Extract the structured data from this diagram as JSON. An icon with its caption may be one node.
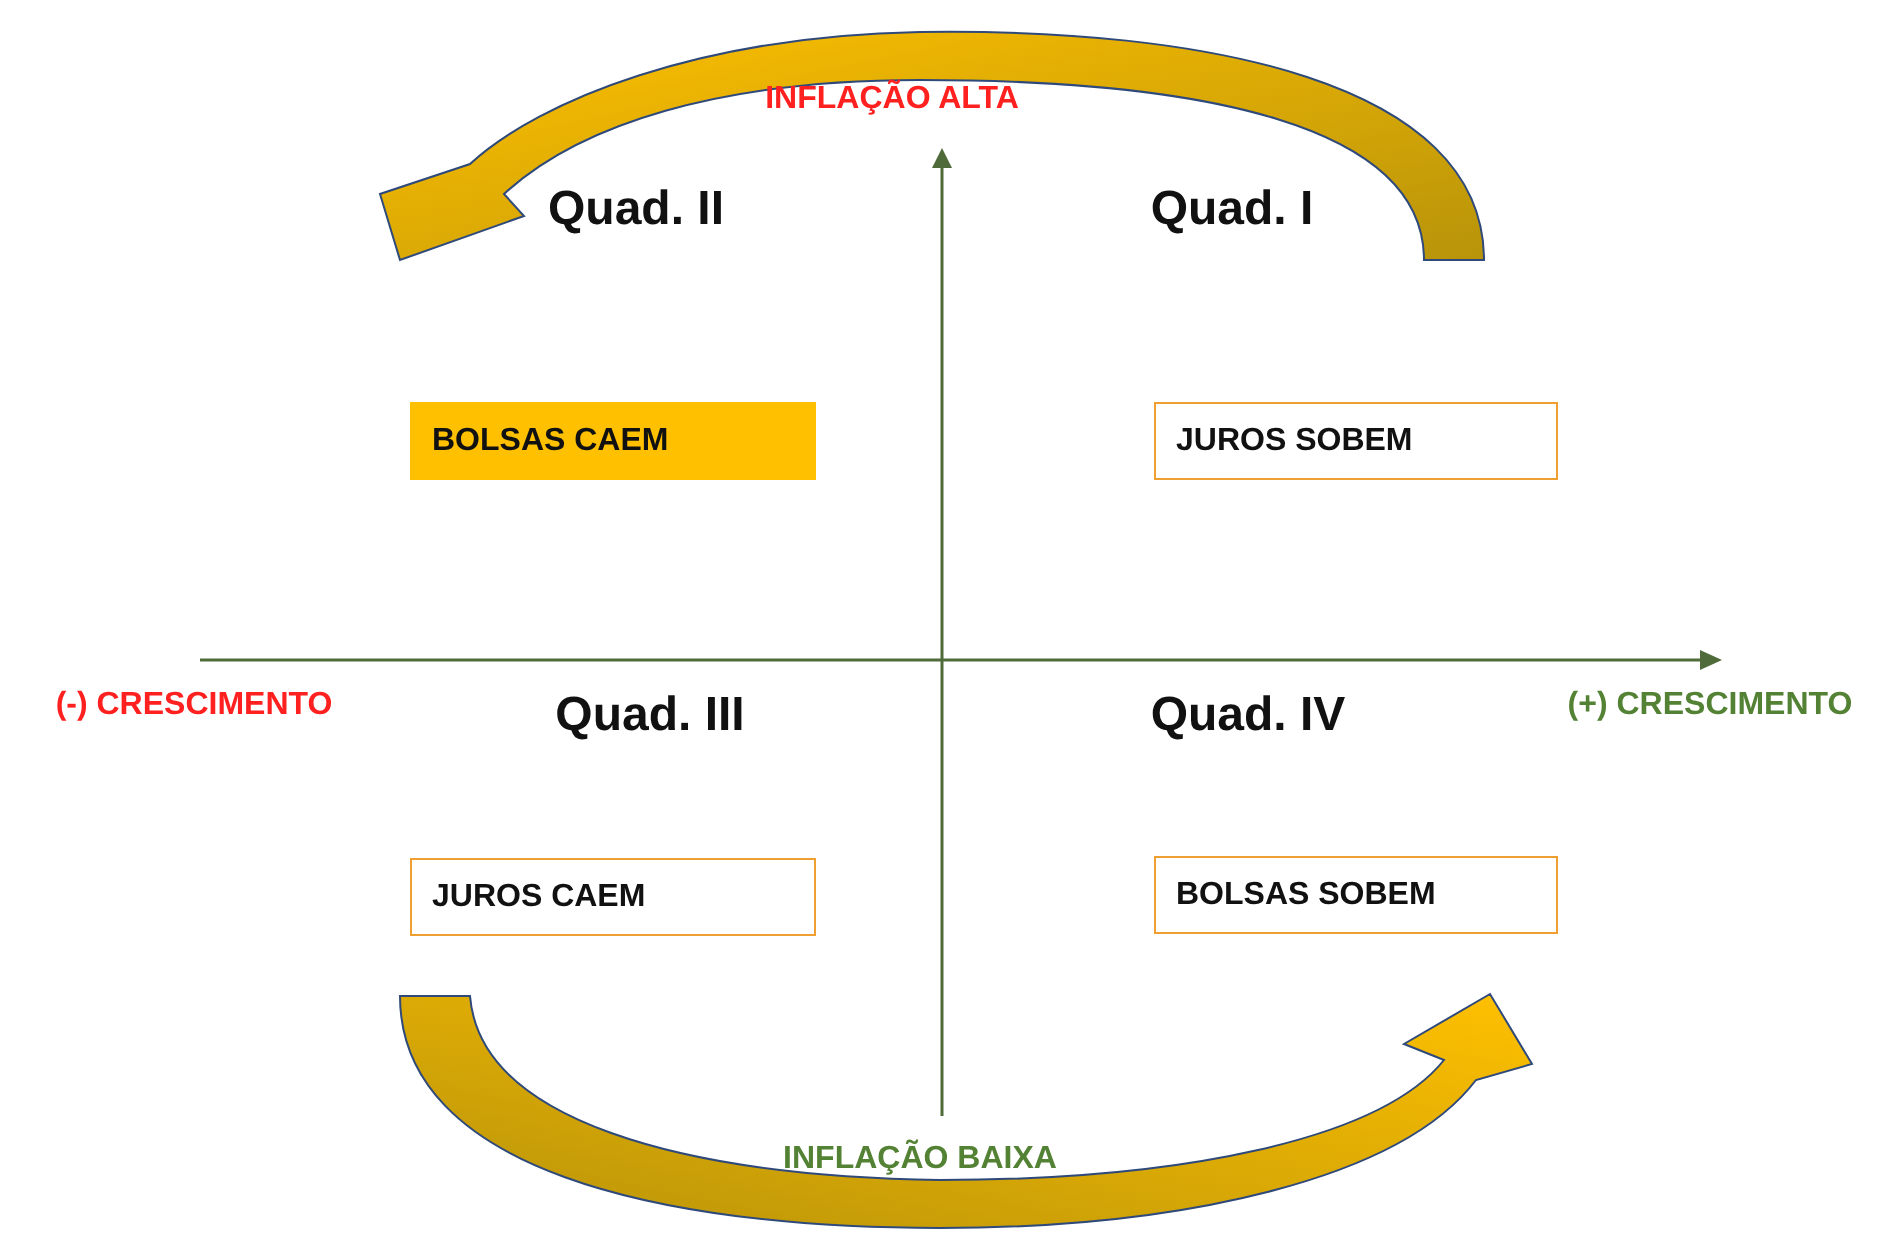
{
  "diagram": {
    "nodes": [
      {
        "text": [
          "BOLSAS CAEM"
        ]
      },
      {
        "text": [
          "JUROS SOBEM"
        ]
      },
      {
        "text": [
          "JUROS CAEM"
        ]
      },
      {
        "text": [
          "BOLSAS SOBEM"
        ]
      }
    ],
    "labels": [
      "INFLAÇÃO ALTA",
      "Quad. II",
      "Quad. I",
      "(-) CRESCIMENTO",
      "Quad. III",
      "Quad. IV",
      "(+) CRESCIMENTO",
      "INFLAÇÃO BAIXA"
    ]
  }
}
